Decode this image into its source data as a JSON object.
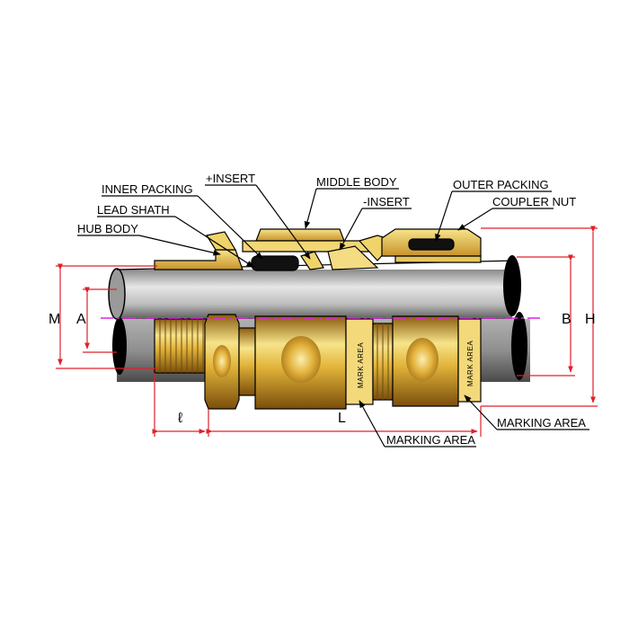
{
  "labels": {
    "inner_packing": "INNER PACKING",
    "plus_insert": "+INSERT",
    "middle_body": "MIDDLE BODY",
    "lead_shath": "LEAD SHATH",
    "minus_insert": "-INSERT",
    "hub_body": "HUB BODY",
    "outer_packing": "OUTER PACKING",
    "coupler_nut": "COUPLER NUT",
    "marking_area_right": "MARKING AREA",
    "marking_area_bottom": "MARKING AREA",
    "mark_area_1": "MARK AREA",
    "mark_area_2": "MARK AREA"
  },
  "dimensions": {
    "m": "M",
    "a": "A",
    "b": "B",
    "h": "H",
    "l_small": "ℓ",
    "l_big": "L"
  },
  "colors": {
    "dimension_line": "#e0202a",
    "center_line": "#e020e0",
    "brass_light": "#f6e07a",
    "brass_dark": "#a8781a",
    "cable_light": "#d9d9d9",
    "cable_dark": "#6e6e6e"
  }
}
